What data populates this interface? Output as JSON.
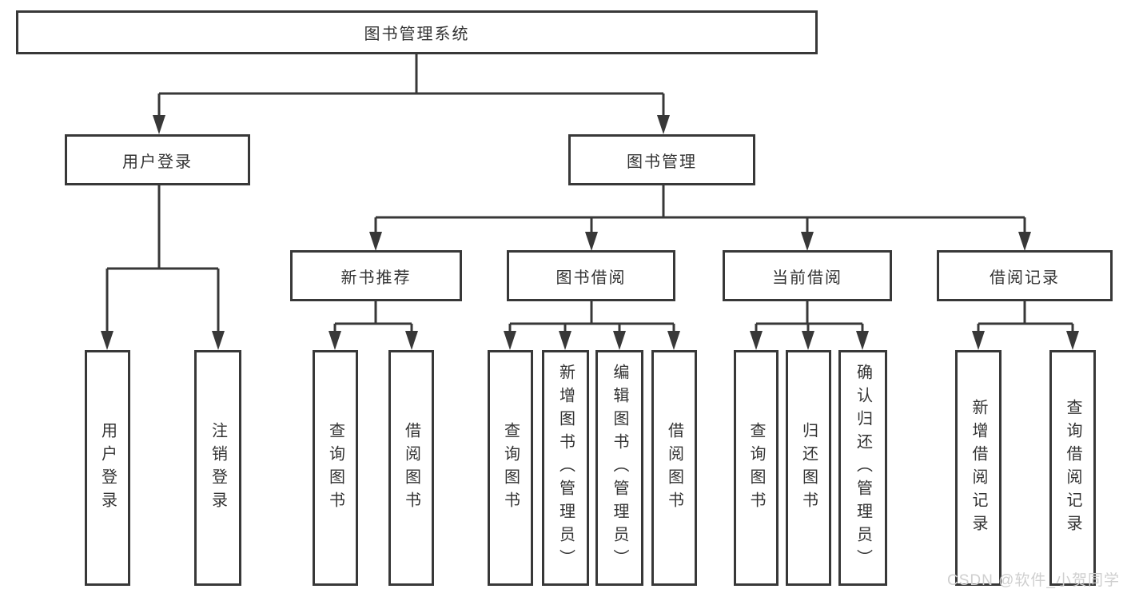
{
  "diagram": {
    "title": "图书管理系统",
    "nodes": {
      "root": "图书管理系统",
      "user_login": "用户登录",
      "book_mgmt": "图书管理",
      "new_rec": "新书推荐",
      "book_borrow": "图书借阅",
      "current_borrow": "当前借阅",
      "borrow_record": "借阅记录",
      "leaf_user_login": "用户登录",
      "leaf_logout": "注销登录",
      "leaf_rec_query": "查询图书",
      "leaf_rec_borrow": "借阅图书",
      "leaf_bor_query": "查询图书",
      "leaf_bor_add": "新增图书（管理员）",
      "leaf_bor_edit": "编辑图书（管理员）",
      "leaf_bor_borrow": "借阅图书",
      "leaf_cur_query": "查询图书",
      "leaf_cur_return": "归还图书",
      "leaf_cur_confirm": "确认归还（管理员）",
      "leaf_record_add": "新增借阅记录",
      "leaf_record_query": "查询借阅记录"
    },
    "colors": {
      "line": "#383838",
      "box_background": "#ffffff",
      "text": "#333333",
      "watermark": "#cfcfcf",
      "page_background": "#ffffff"
    },
    "watermark": "CSDN @软件_小贺同学"
  }
}
